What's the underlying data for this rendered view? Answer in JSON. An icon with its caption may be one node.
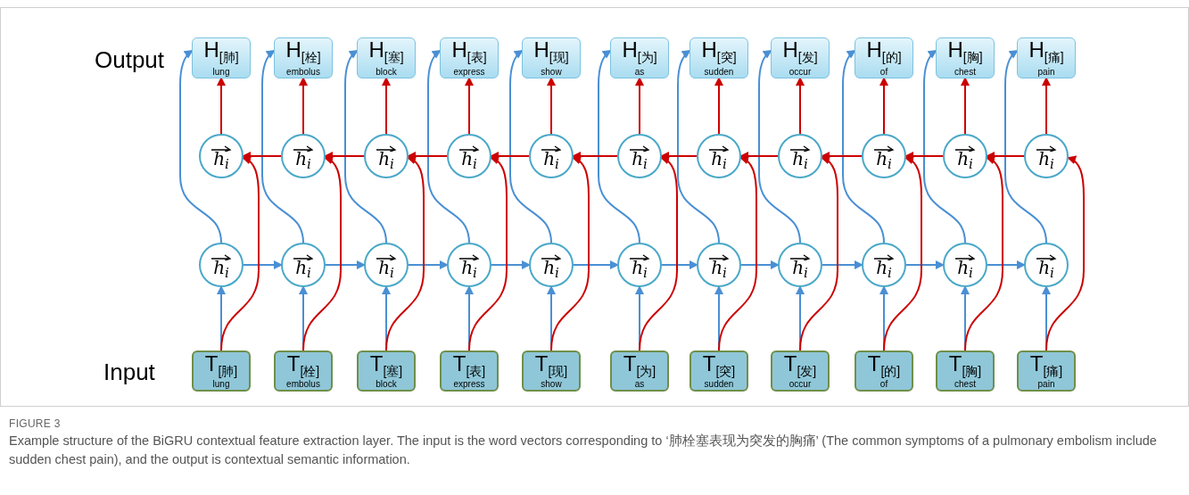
{
  "diagram": {
    "caption": "Example structure of the BiGRU contextual feature extraction layer. The input is the word vectors corresponding to ‘肺栓塞表现为突发的胸痛’ (The common symptoms of a pulmonary embolism include sudden chest pain), and the output is contextual semantic information.",
    "nodes": [
      {
        "text": [
          "H$_{[肺]}$",
          "lung"
        ]
      },
      {
        "text": [
          "H$_{[栓]}$",
          "embolus"
        ]
      },
      {
        "text": [
          "H$_{[塞]}$",
          "block"
        ]
      },
      {
        "text": [
          "H$_{[表]}$",
          "express"
        ]
      },
      {
        "text": [
          "H$_{[现]}$",
          "show"
        ]
      },
      {
        "text": [
          "H$_{[为]}$",
          "as"
        ]
      },
      {
        "text": [
          "H$_{[突]}$",
          "sudden"
        ]
      },
      {
        "text": [
          "H$_{[发]}$",
          "occur"
        ]
      },
      {
        "text": [
          "H$_{[的]}$",
          "of"
        ]
      },
      {
        "text": [
          "H$_{[胸]}$",
          "chest"
        ]
      },
      {
        "text": [
          "H$_{[痛]}$",
          "pain"
        ]
      },
      {
        "text": [
          "h$_{i}$"
        ]
      },
      {
        "text": [
          "h$_{i}$"
        ]
      },
      {
        "text": [
          "h$_{i}$"
        ]
      },
      {
        "text": [
          "h$_{i}$"
        ]
      },
      {
        "text": [
          "h$_{i}$"
        ]
      },
      {
        "text": [
          "h$_{i}$"
        ]
      },
      {
        "text": [
          "h$_{i}$"
        ]
      },
      {
        "text": [
          "h$_{i}$"
        ]
      },
      {
        "text": [
          "h$_{i}$"
        ]
      },
      {
        "text": [
          "h$_{i}$"
        ]
      },
      {
        "text": [
          "h$_{i}$"
        ]
      },
      {
        "text": [
          "h$_{i}$"
        ]
      },
      {
        "text": [
          "h$_{i}$"
        ]
      },
      {
        "text": [
          "h$_{i}$"
        ]
      },
      {
        "text": [
          "h$_{i}$"
        ]
      },
      {
        "text": [
          "h$_{i}$"
        ]
      },
      {
        "text": [
          "h$_{i}$"
        ]
      },
      {
        "text": [
          "h$_{i}$"
        ]
      },
      {
        "text": [
          "h$_{i}$"
        ]
      },
      {
        "text": [
          "h$_{i}$"
        ]
      },
      {
        "text": [
          "h$_{i}$"
        ]
      },
      {
        "text": [
          "h$_{i}$"
        ]
      },
      {
        "text": [
          "T$_{[肺]}$",
          "lung"
        ]
      },
      {
        "text": [
          "T$_{[栓]}$",
          "embolus"
        ]
      },
      {
        "text": [
          "T$_{[塞]}$",
          "block"
        ]
      },
      {
        "text": [
          "T$_{[表]}$",
          "express"
        ]
      },
      {
        "text": [
          "T$_{[现]}$",
          "show"
        ]
      },
      {
        "text": [
          "T$_{[为]}$",
          "as"
        ]
      },
      {
        "text": [
          "T$_{[突]}$",
          "sudden"
        ]
      },
      {
        "text": [
          "T$_{[发]}$",
          "occur"
        ]
      },
      {
        "text": [
          "T$_{[的]}$",
          "of"
        ]
      },
      {
        "text": [
          "T$_{[胸]}$",
          "chest"
        ]
      },
      {
        "text": [
          "T$_{[痛]}$",
          "pain"
        ]
      }
    ],
    "edges": [
      {
        "from": 33,
        "to": 22,
        "arrow": "to"
      },
      {
        "from": 34,
        "to": 23,
        "arrow": "to"
      },
      {
        "from": 35,
        "to": 24,
        "arrow": "to"
      },
      {
        "from": 36,
        "to": 25,
        "arrow": "to"
      },
      {
        "from": 37,
        "to": 26,
        "arrow": "to"
      },
      {
        "from": 38,
        "to": 27,
        "arrow": "to"
      },
      {
        "from": 39,
        "to": 28,
        "arrow": "to"
      },
      {
        "from": 40,
        "to": 29,
        "arrow": "to"
      },
      {
        "from": 41,
        "to": 30,
        "arrow": "to"
      },
      {
        "from": 42,
        "to": 31,
        "arrow": "to"
      },
      {
        "from": 43,
        "to": 32,
        "arrow": "to"
      },
      {
        "from": 22,
        "to": 0,
        "arrow": "to"
      },
      {
        "from": 23,
        "to": 1,
        "arrow": "to"
      },
      {
        "from": 24,
        "to": 2,
        "arrow": "to"
      },
      {
        "from": 25,
        "to": 3,
        "arrow": "to"
      },
      {
        "from": 26,
        "to": 4,
        "arrow": "to"
      },
      {
        "from": 27,
        "to": 5,
        "arrow": "to"
      },
      {
        "from": 28,
        "to": 6,
        "arrow": "to"
      },
      {
        "from": 29,
        "to": 7,
        "arrow": "to"
      },
      {
        "from": 30,
        "to": 8,
        "arrow": "to"
      },
      {
        "from": 31,
        "to": 9,
        "arrow": "to"
      },
      {
        "from": 32,
        "to": 10,
        "arrow": "to"
      },
      {
        "from": 22,
        "to": 23,
        "arrow": "to"
      },
      {
        "from": 23,
        "to": 24,
        "arrow": "to"
      },
      {
        "from": 24,
        "to": 25,
        "arrow": "to"
      },
      {
        "from": 25,
        "to": 26,
        "arrow": "to"
      },
      {
        "from": 26,
        "to": 27,
        "arrow": "to"
      },
      {
        "from": 27,
        "to": 28,
        "arrow": "to"
      },
      {
        "from": 28,
        "to": 29,
        "arrow": "to"
      },
      {
        "from": 29,
        "to": 30,
        "arrow": "to"
      },
      {
        "from": 30,
        "to": 31,
        "arrow": "to"
      },
      {
        "from": 31,
        "to": 32,
        "arrow": "to"
      },
      {
        "from": 33,
        "to": 11,
        "arrow": "to",
        "color": "#cc0000"
      },
      {
        "from": 34,
        "to": 12,
        "arrow": "to",
        "color": "#cc0000"
      },
      {
        "from": 35,
        "to": 13,
        "arrow": "to",
        "color": "#cc0000"
      },
      {
        "from": 36,
        "to": 14,
        "arrow": "to",
        "color": "#cc0000"
      },
      {
        "from": 37,
        "to": 15,
        "arrow": "to",
        "color": "#cc0000"
      },
      {
        "from": 38,
        "to": 16,
        "arrow": "to",
        "color": "#cc0000"
      },
      {
        "from": 39,
        "to": 17,
        "arrow": "to",
        "color": "#cc0000"
      },
      {
        "from": 40,
        "to": 18,
        "arrow": "to",
        "color": "#cc0000"
      },
      {
        "from": 41,
        "to": 19,
        "arrow": "to",
        "color": "#cc0000"
      },
      {
        "from": 42,
        "to": 20,
        "arrow": "to",
        "color": "#cc0000"
      },
      {
        "from": 43,
        "to": 21,
        "arrow": "to",
        "color": "#cc0000"
      },
      {
        "from": 11,
        "to": 0,
        "arrow": "to",
        "color": "#cc0000"
      },
      {
        "from": 12,
        "to": 1,
        "arrow": "to",
        "color": "#cc0000"
      },
      {
        "from": 13,
        "to": 2,
        "arrow": "to",
        "color": "#cc0000"
      },
      {
        "from": 14,
        "to": 3,
        "arrow": "to",
        "color": "#cc0000"
      },
      {
        "from": 15,
        "to": 4,
        "arrow": "to",
        "color": "#cc0000"
      },
      {
        "from": 16,
        "to": 5,
        "arrow": "to",
        "color": "#cc0000"
      },
      {
        "from": 17,
        "to": 6,
        "arrow": "to",
        "color": "#cc0000"
      },
      {
        "from": 18,
        "to": 7,
        "arrow": "to",
        "color": "#cc0000"
      },
      {
        "from": 19,
        "to": 8,
        "arrow": "to",
        "color": "#cc0000"
      },
      {
        "from": 20,
        "to": 9,
        "arrow": "to",
        "color": "#cc0000"
      },
      {
        "from": 21,
        "to": 10,
        "arrow": "to",
        "color": "#cc0000"
      },
      {
        "from": 12,
        "to": 11,
        "arrow": "to",
        "color": "#cc0000"
      },
      {
        "from": 13,
        "to": 12,
        "arrow": "to",
        "color": "#cc0000"
      },
      {
        "from": 14,
        "to": 13,
        "arrow": "to",
        "color": "#cc0000"
      },
      {
        "from": 15,
        "to": 14,
        "arrow": "to",
        "color": "#cc0000"
      },
      {
        "from": 16,
        "to": 15,
        "arrow": "to",
        "color": "#cc0000"
      },
      {
        "from": 17,
        "to": 16,
        "arrow": "to",
        "color": "#cc0000"
      },
      {
        "from": 18,
        "to": 17,
        "arrow": "to",
        "color": "#cc0000"
      },
      {
        "from": 19,
        "to": 18,
        "arrow": "to",
        "color": "#cc0000"
      },
      {
        "from": 20,
        "to": 19,
        "arrow": "to",
        "color": "#cc0000"
      },
      {
        "from": 21,
        "to": 20,
        "arrow": "to",
        "color": "#cc0000"
      }
    ],
    "labels": [
      "Output",
      "Input",
      "FIGURE 3"
    ]
  }
}
